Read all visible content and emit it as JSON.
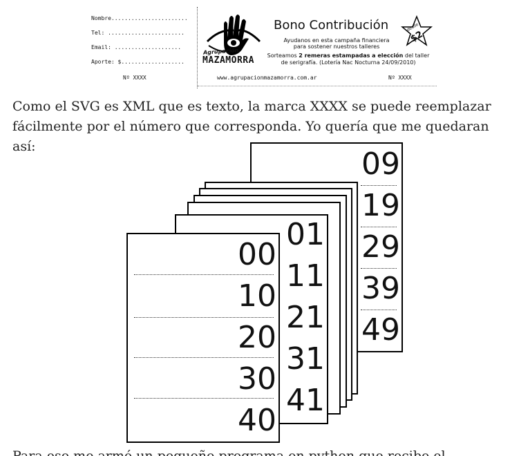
{
  "ticket": {
    "fields": [
      "Nombre.......................",
      "Tel: .......................",
      "Email: ....................",
      "Aporte: $..................."
    ],
    "stub_number": "Nº XXXX",
    "logo_small": "Agrupación",
    "logo_big": "MAZAMORRA",
    "title": "Bono Contribución",
    "subtitle_1": "Ayudanos en esta campaña financiera",
    "subtitle_2": "para sostener nuestros talleres",
    "raffle_1": "Sorteamos ",
    "raffle_bold": "2 remeras estampadas a elección",
    "raffle_2": " del taller de serigrafía. (Lotería Nac Nocturna 24/09/2010)",
    "website": "www.agrupacionmazamorra.com.ar",
    "number": "Nº XXXX",
    "star_desde": "desde",
    "star_price": "$2"
  },
  "paragraph": "Como el SVG es XML que es texto, la marca XXXX se puede reemplazar fácilmente por el número que corresponda. Yo quería que me quedaran así:",
  "cut_paragraph": "Para eso me armé un pequeño programa en python que recibe el nombre de ejemplo",
  "sheets": {
    "front": [
      "00",
      "10",
      "20",
      "30",
      "40"
    ],
    "second": [
      "01",
      "11",
      "21",
      "31",
      "41"
    ],
    "back": [
      "09",
      "19",
      "29",
      "39",
      "49"
    ]
  },
  "colors": {
    "ink": "#000000",
    "text": "#222222"
  }
}
